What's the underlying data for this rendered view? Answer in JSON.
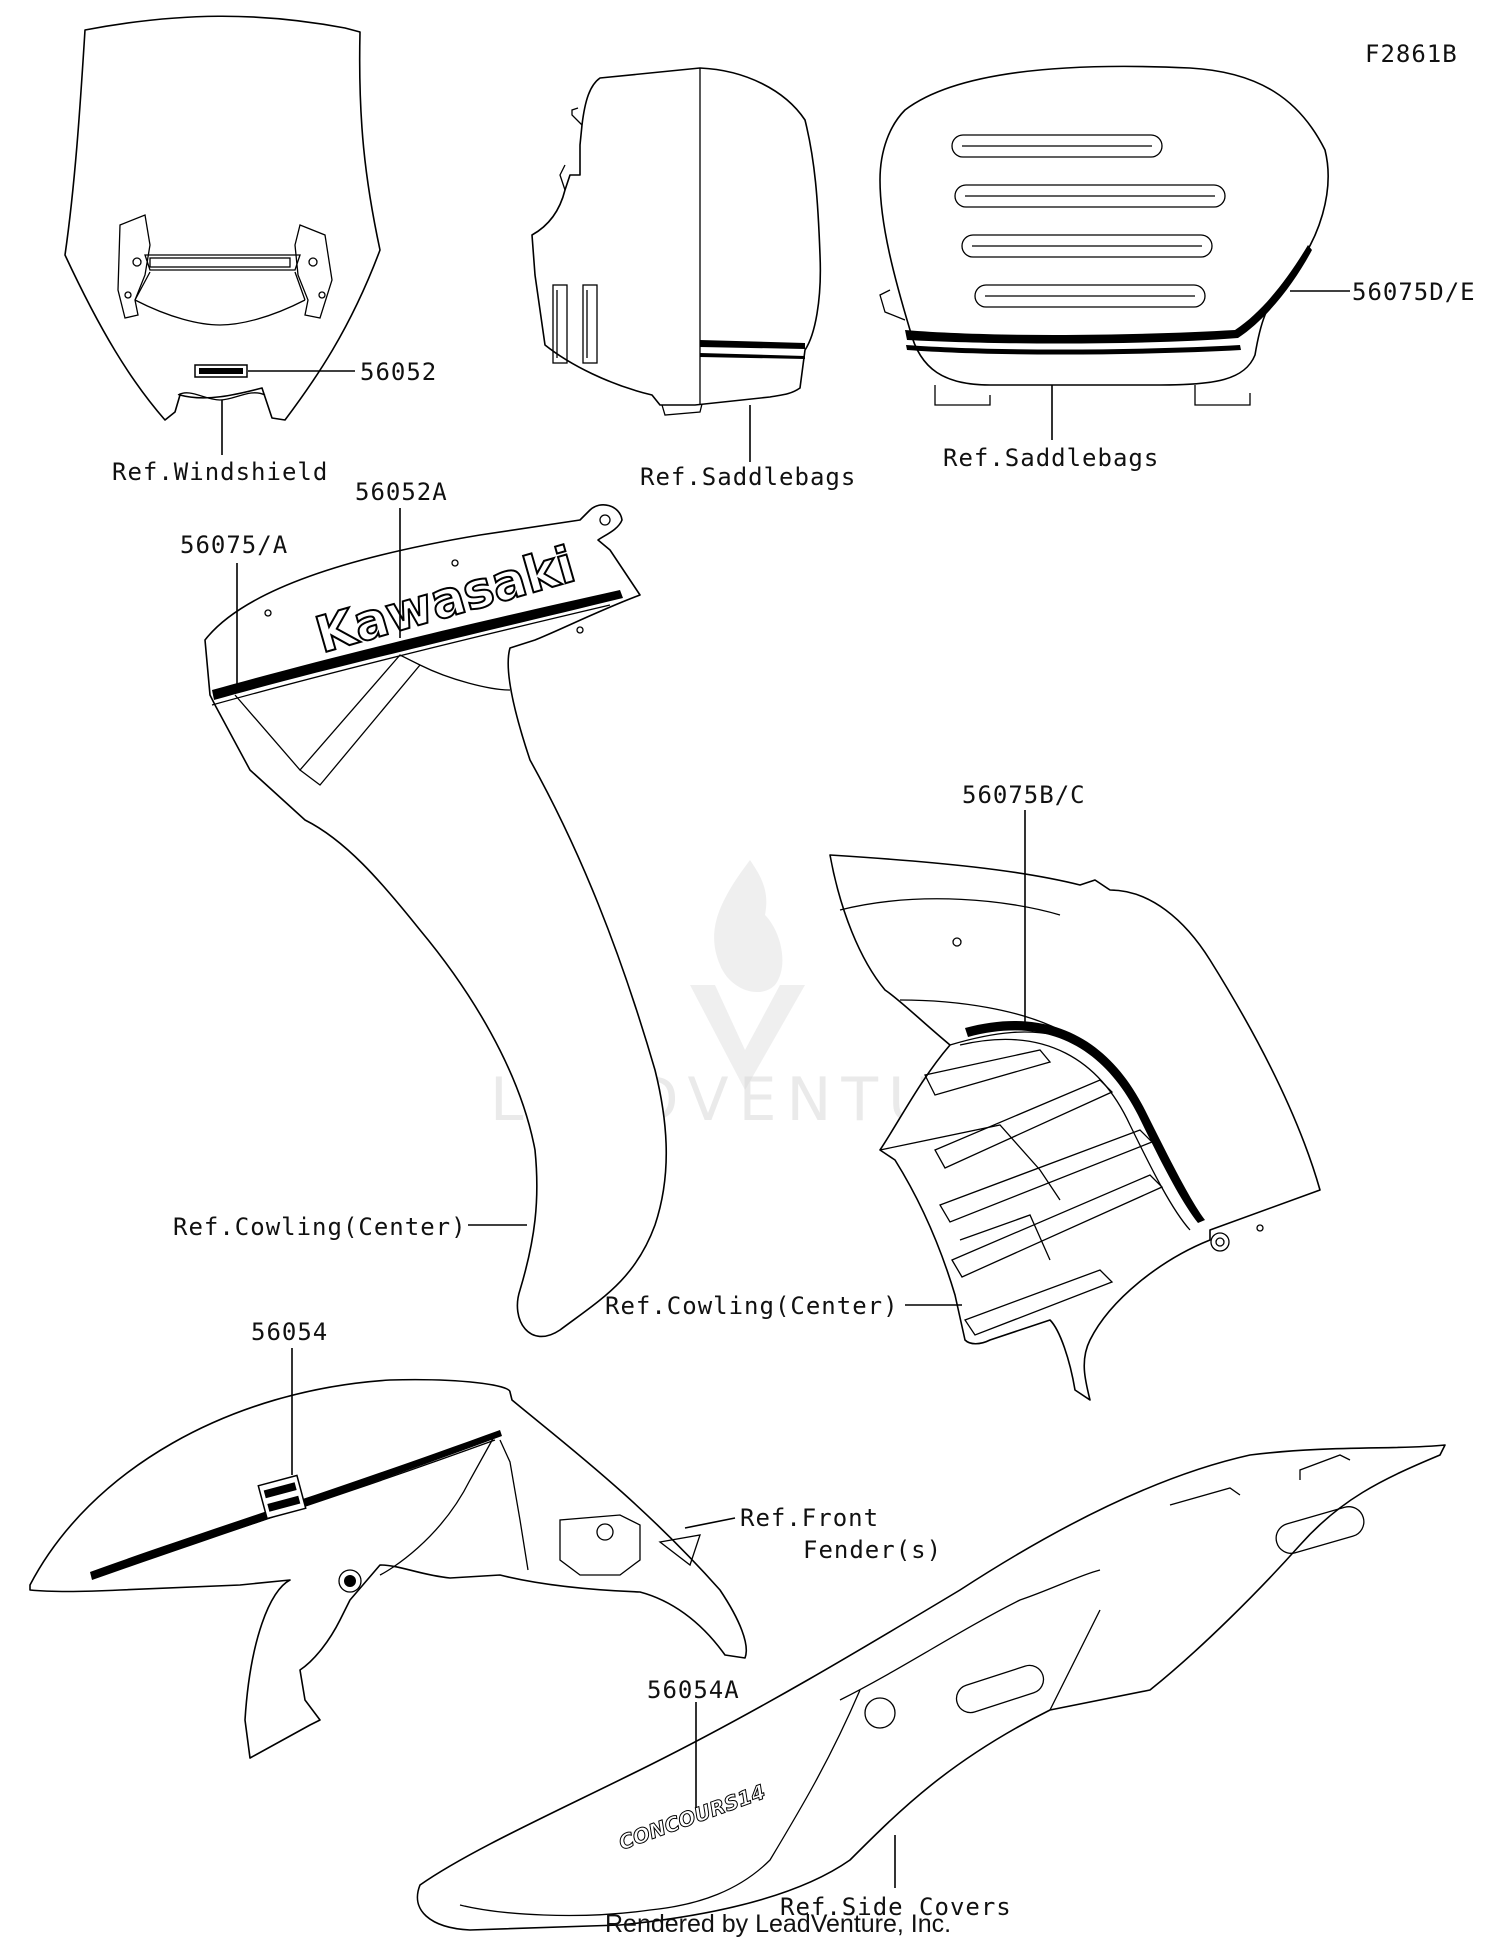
{
  "figure_code": "F2861B",
  "watermark": "LEADVENTURE",
  "footer": "Rendered by LeadVenture, Inc.",
  "logo_text": "Kawasaki",
  "emblem_text": "CONCOURS14",
  "parts": {
    "p56052": "56052",
    "p56052A": "56052A",
    "p56075A": "56075/A",
    "p56075BC": "56075B/C",
    "p56075DE": "56075D/E",
    "p56054": "56054",
    "p56054A": "56054A"
  },
  "refs": {
    "windshield": "Ref.Windshield",
    "saddlebags_left": "Ref.Saddlebags",
    "saddlebags_right": "Ref.Saddlebags",
    "cowling_center_left": "Ref.Cowling(Center)",
    "cowling_center_right": "Ref.Cowling(Center)",
    "front_fender_line1": "Ref.Front",
    "front_fender_line2": "Fender(s)",
    "side_covers": "Ref.Side Covers"
  }
}
